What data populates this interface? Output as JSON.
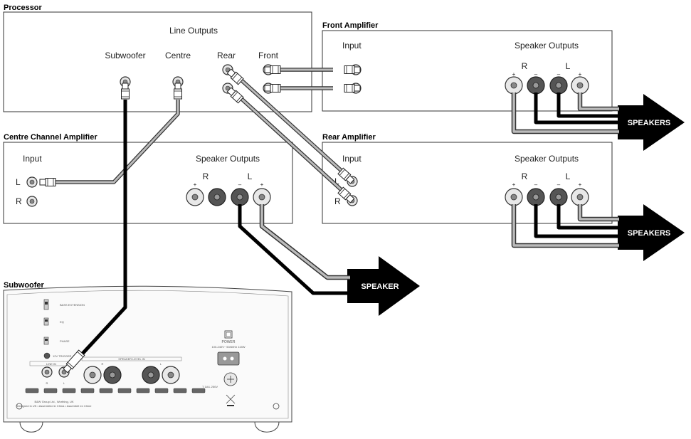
{
  "processor": {
    "title": "Processor",
    "section": "Line Outputs",
    "outputs": {
      "subwoofer": "Subwoofer",
      "centre": "Centre",
      "rear": "Rear",
      "front": "Front"
    }
  },
  "front_amp": {
    "title": "Front Amplifier",
    "input": "Input",
    "speaker_outputs": "Speaker Outputs",
    "r": "R",
    "l": "L"
  },
  "centre_amp": {
    "title": "Centre Channel Amplifier",
    "input": "Input",
    "speaker_outputs": "Speaker Outputs",
    "l": "L",
    "r": "R"
  },
  "rear_amp": {
    "title": "Rear Amplifier",
    "input": "Input",
    "speaker_outputs": "Speaker Outputs",
    "r": "R",
    "l": "L"
  },
  "polarity": {
    "plus": "+",
    "minus": "–"
  },
  "arrows": {
    "front": "SPEAKERS",
    "rear": "SPEAKERS",
    "centre": "SPEAKER"
  },
  "subwoofer": {
    "title": "Subwoofer",
    "bass_extension": "BASS EXTENSION",
    "eq": "EQ",
    "phase": "PHASE",
    "trigger": "12V TRIGGER",
    "line_in": "LINE IN",
    "speaker_level_in": "SPEAKER LEVEL IN",
    "power": "POWER",
    "voltage": "100-240V~ 50/60Hz 115W",
    "fuse": "T 1A/L 250V",
    "company": "B&W Group Ltd., Worthing, UK",
    "origin": "Designed in UK • Assembled in China • Assemblé en Chine",
    "r": "R",
    "l": "L"
  }
}
